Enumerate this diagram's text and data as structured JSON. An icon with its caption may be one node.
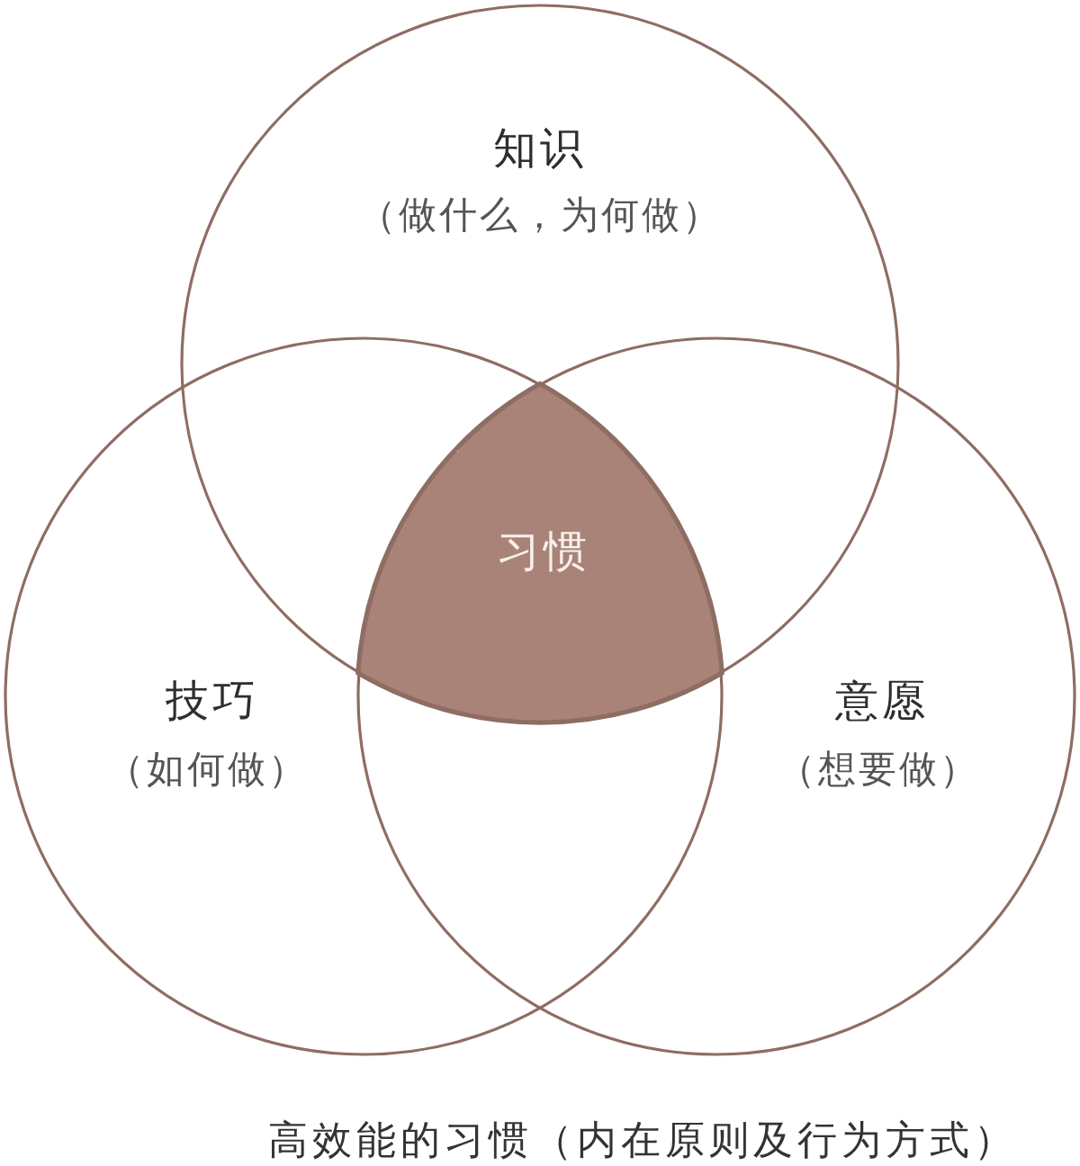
{
  "diagram": {
    "nodes": [
      {
        "text": [
          "知识",
          "（做什么，为何做）"
        ]
      },
      {
        "text": [
          "技巧",
          "（如何做）"
        ]
      },
      {
        "text": [
          "意愿",
          "（想要做）"
        ]
      },
      {
        "text": [
          "习惯"
        ]
      }
    ],
    "caption": "高效能的习惯（内在原则及行为方式）"
  }
}
